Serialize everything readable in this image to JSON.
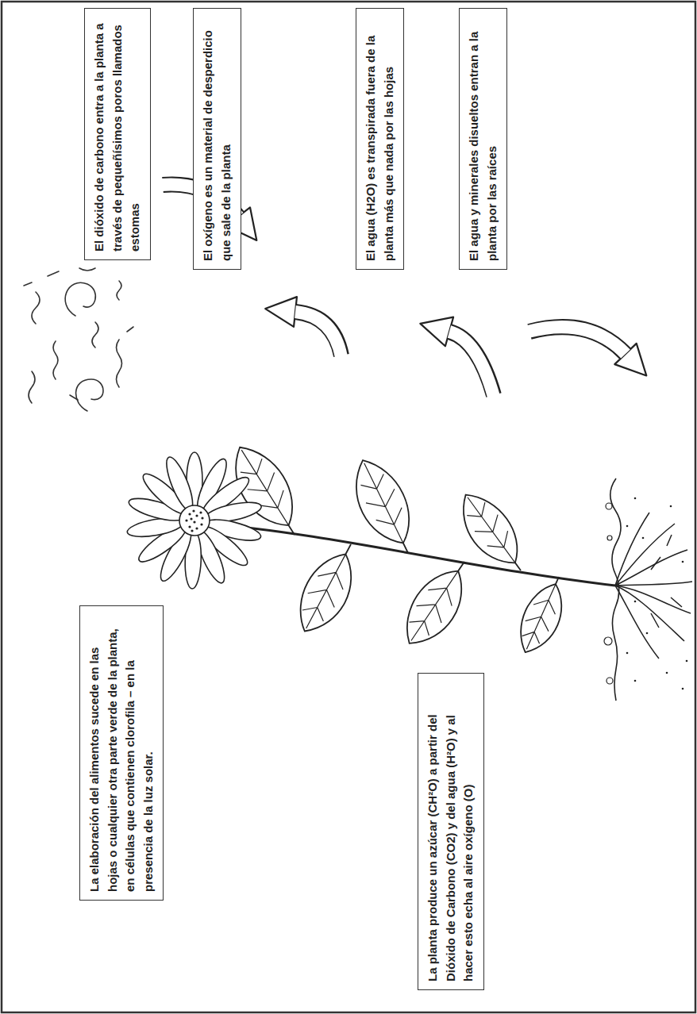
{
  "diagram": {
    "nodes": [
      {
        "text": [
          "La elaboración del alimentos sucede en las hojas o cualquier otra parte verde de la planta, en células que contienen clorofila – en la presencia de la luz solar."
        ]
      },
      {
        "text": [
          "El dióxido de carbono entra a la planta a través de pequeñísimos poros llamados estomas"
        ]
      },
      {
        "text": [
          "El oxígeno es un material de desperdicio que sale de la planta"
        ]
      },
      {
        "text": [
          "El agua (H2O) es transpirada fuera de la planta más que nada por las hojas"
        ]
      },
      {
        "text": [
          "La planta produce un azúcar (CH²O) a partir del Dióxido de Carbono (CO2) y del agua (H²O) y al hacer esto echa al aire oxígeno (O)"
        ]
      },
      {
        "text": [
          "El agua y minerales disueltos entran a la planta por las raíces"
        ]
      }
    ]
  }
}
